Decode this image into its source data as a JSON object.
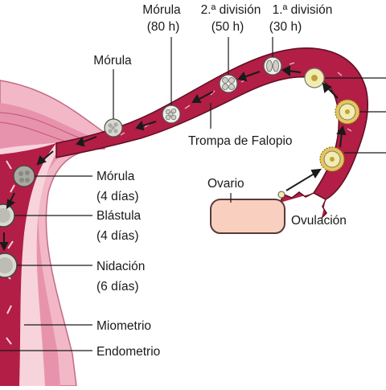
{
  "labels": {
    "morula_80h_name": "Mórula",
    "morula_80h_time": "(80 h)",
    "second_division_name": "2.ª división",
    "second_division_time": "(50 h)",
    "first_division_name": "1.ª división",
    "first_division_time": "(30 h)",
    "morula_tube": "Mórula",
    "fallopian_tube": "Trompa de Falopio",
    "ovary": "Ovario",
    "ovulation": "Ovulación",
    "morula_uterus_name": "Mórula",
    "morula_uterus_time": "(4 días)",
    "blastula_name": "Blástula",
    "blastula_time": "(4 días)",
    "implantation_name": "Nidación",
    "implantation_time": "(6 días)",
    "myometrium": "Miometrio",
    "endometrium": "Endometrio"
  },
  "colors": {
    "tube_wall": "#b21e45",
    "tube_outline": "#5e0e22",
    "uterus_outer": "#f2b8c8",
    "uterus_muscle": "#e893ad",
    "uterus_lining": "#f7d3dc",
    "ovary_fill": "#f9cfc0",
    "cell_fill": "#d9d9cf",
    "ovum_fill": "#f3ecb0",
    "corona": "#e6c65a"
  }
}
